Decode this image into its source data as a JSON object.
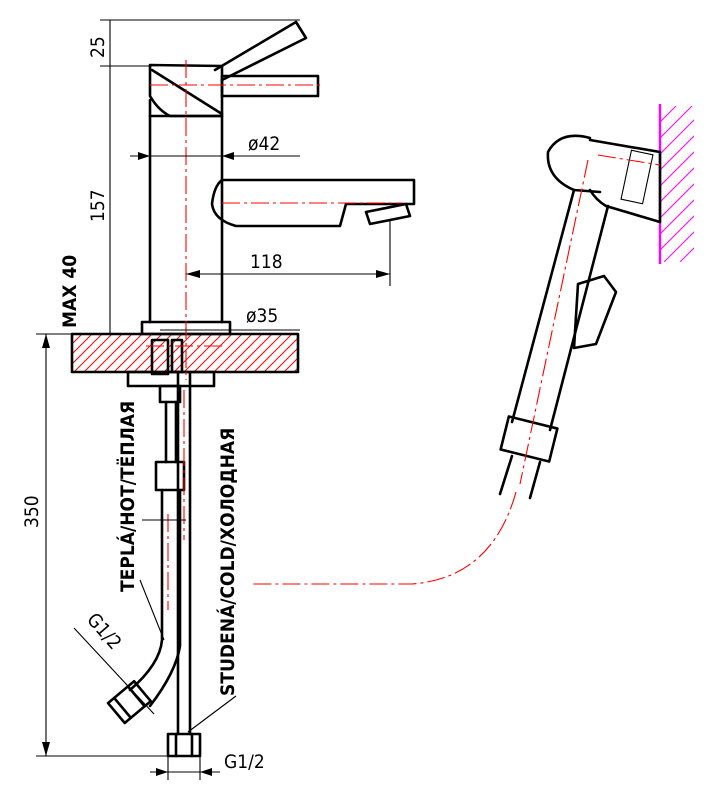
{
  "dimensions": {
    "lever_height": "25",
    "body_height": "157",
    "body_diameter": "ø42",
    "spout_reach": "118",
    "max_thickness": "MAX 40",
    "base_diameter": "ø35",
    "hose_length": "350",
    "thread_hot": "G1/2",
    "thread_cold": "G1/2"
  },
  "labels": {
    "hot": "TEPLÁ/HOT/ТЁПЛАЯ",
    "cold": "STUDENÁ/COLD/ХОЛОДНАЯ"
  },
  "colors": {
    "object_line": "#000000",
    "center_line": "#ff0000",
    "wall_hatch": "#ff00ff"
  }
}
